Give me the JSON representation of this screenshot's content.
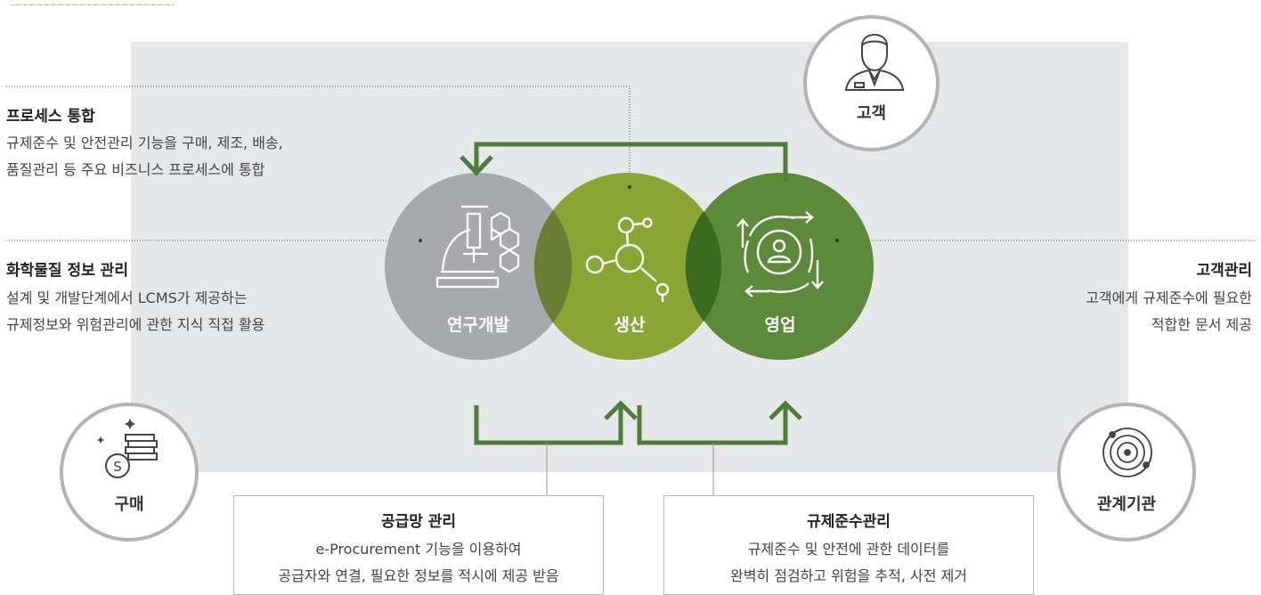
{
  "top_left": {
    "title": "프로세스 통합",
    "line1": "규제준수 및 안전관리 기능을 구매, 제조, 배송,",
    "line2": "품질관리 등 주요 비즈니스 프로세스에 통합"
  },
  "mid_left": {
    "title": "화학물질 정보 관리",
    "line1": "설계 및 개발단계에서 LCMS가 제공하는",
    "line2": "규제정보와 위험관리에 관한 지식 직접 활용"
  },
  "right": {
    "title": "고객관리",
    "line1": "고객에게 규제준수에 필요한",
    "line2": "적합한 문서 제공"
  },
  "circles": {
    "rnd": "연구개발",
    "production": "생산",
    "sales": "영업"
  },
  "rings": {
    "customer": "고객",
    "purchase": "구매",
    "agency": "관계기관"
  },
  "box_supply": {
    "title": "공급망 관리",
    "line1": "e-Procurement 기능을 이용하여",
    "line2": "공급자와 연결, 필요한 정보를 적시에 제공 받음"
  },
  "box_compliance": {
    "title": "규제준수관리",
    "line1": "규제준수 및 안전에 관한 데이터를",
    "line2": "완벽히 점검하고 위험을 추적, 사전 제거"
  },
  "icons": [
    "microscope-icon",
    "molecule-icon",
    "user-cycle-icon",
    "customer-icon",
    "coins-icon",
    "orbit-icon"
  ],
  "colors": {
    "rnd": "#a7a9ac",
    "production": "#8aa534",
    "sales": "#5d8a3a",
    "overlap_left": "#6b7d33",
    "overlap_right": "#3a6b1e",
    "arrow": "#4e7d3a",
    "panel": "#e6e7e8",
    "ring": "#b3b3b3"
  }
}
